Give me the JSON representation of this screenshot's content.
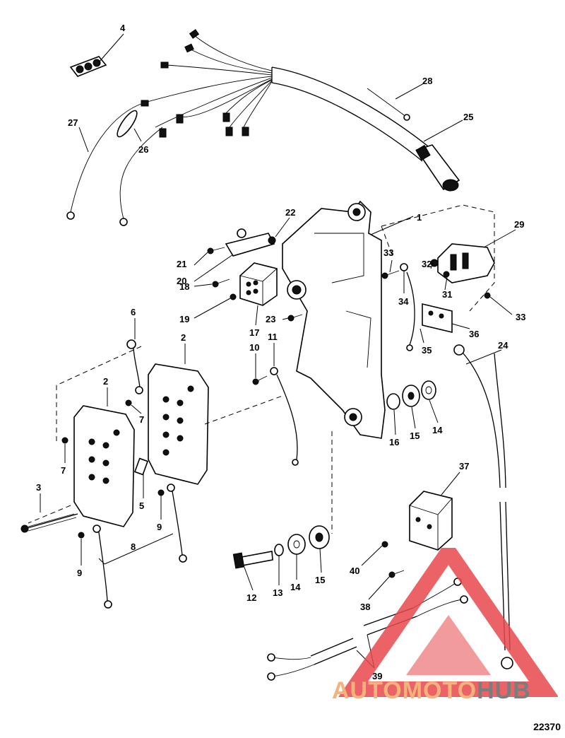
{
  "figure_number": "22370",
  "callouts": [
    "1",
    "2",
    "2",
    "3",
    "4",
    "5",
    "6",
    "7",
    "7",
    "8",
    "9",
    "9",
    "10",
    "11",
    "12",
    "13",
    "14",
    "14",
    "15",
    "15",
    "16",
    "17",
    "18",
    "19",
    "20",
    "21",
    "22",
    "23",
    "24",
    "25",
    "26",
    "27",
    "28",
    "29",
    "31",
    "32",
    "33",
    "33",
    "34",
    "35",
    "36",
    "37",
    "38",
    "39",
    "40"
  ],
  "watermark": {
    "brand_a": "AUTOMOTO",
    "brand_b": "HUB",
    "color_red": "#e8484c",
    "color_orange": "#f4b37a",
    "color_gray": "#7d7d7d"
  }
}
